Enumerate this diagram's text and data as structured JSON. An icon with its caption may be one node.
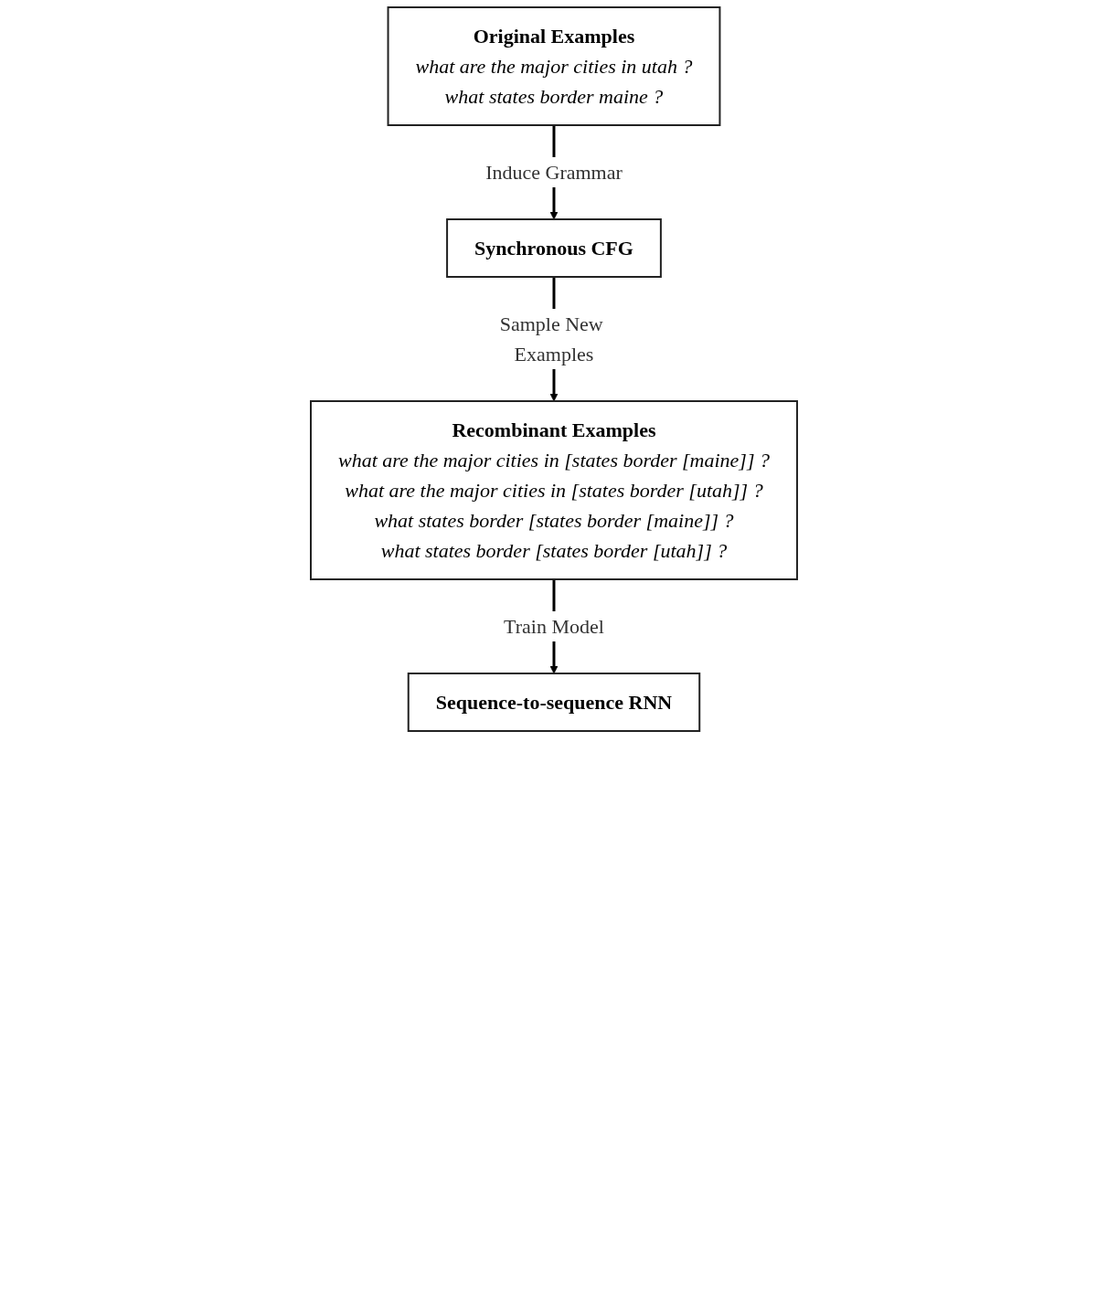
{
  "diagram": {
    "nodes": [
      {
        "text": [
          "Original Examples",
          "what are the major cities in utah ?",
          "what states border maine ?"
        ]
      },
      {
        "text": [
          "Synchronous CFG"
        ]
      },
      {
        "text": [
          "Recombinant Examples",
          "what are the major cities in [states border [maine]] ?",
          "what are the major cities in [states border [utah]] ?",
          "what states border [states border [maine]] ?",
          "what states border [states border [utah]] ?"
        ]
      },
      {
        "text": [
          "Sequence-to-sequence RNN"
        ]
      }
    ],
    "edges": [
      {
        "from": 0,
        "to": 1,
        "arrow": "to",
        "label": "Induce Grammar"
      },
      {
        "from": 1,
        "to": 2,
        "arrow": "to",
        "label": "Sample New Examples"
      },
      {
        "from": 2,
        "to": 3,
        "arrow": "to",
        "label": "Train Model"
      }
    ]
  }
}
